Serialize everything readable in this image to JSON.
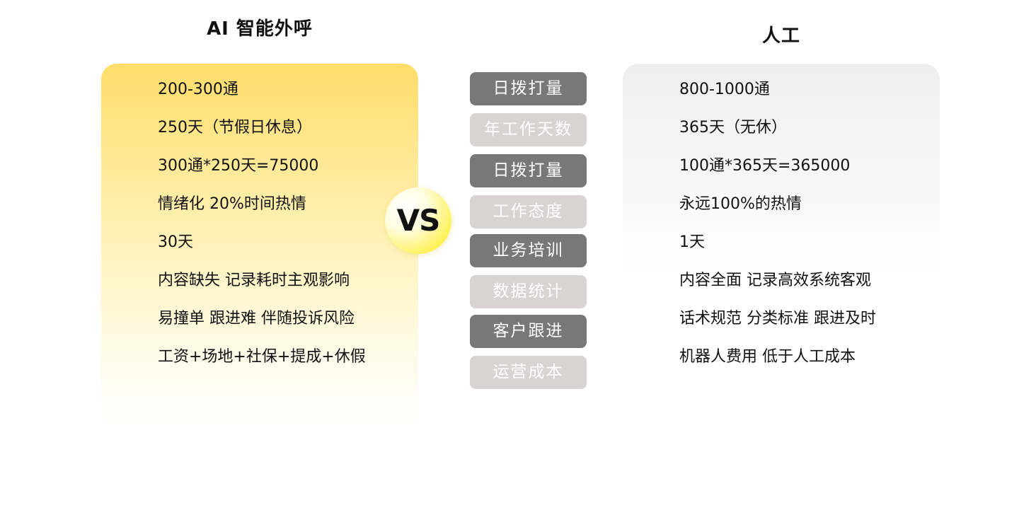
{
  "left": {
    "title": "AI 智能外呼",
    "rows": [
      "200-300通",
      "250天（节假日休息）",
      "300通*250天=75000",
      "情绪化 20%时间热情",
      "30天",
      "内容缺失 记录耗时主观影响",
      "易撞单 跟进难 伴随投诉风险",
      "工资+场地+社保+提成+休假"
    ]
  },
  "right": {
    "title": "人工",
    "rows": [
      "800-1000通",
      "365天（无休）",
      "100通*365天=365000",
      "永远100%的热情",
      "1天",
      "内容全面 记录高效系统客观",
      "话术规范 分类标准 跟进及时",
      "机器人费用 低于人工成本"
    ]
  },
  "vs": "VS",
  "categories": [
    {
      "label": "日拨打量",
      "style": "dark"
    },
    {
      "label": "年工作天数",
      "style": "light"
    },
    {
      "label": "日拨打量",
      "style": "dark"
    },
    {
      "label": "工作态度",
      "style": "light"
    },
    {
      "label": "业务培训",
      "style": "dark"
    },
    {
      "label": "数据统计",
      "style": "light"
    },
    {
      "label": "客户跟进",
      "style": "dark"
    },
    {
      "label": "运营成本",
      "style": "light"
    }
  ],
  "colors": {
    "panel_left_top": "#ffdd6a",
    "panel_right_top": "#efefef",
    "pill_dark": "#787878",
    "pill_light": "#d8d4d3",
    "vs_accent": "#ffe600"
  }
}
